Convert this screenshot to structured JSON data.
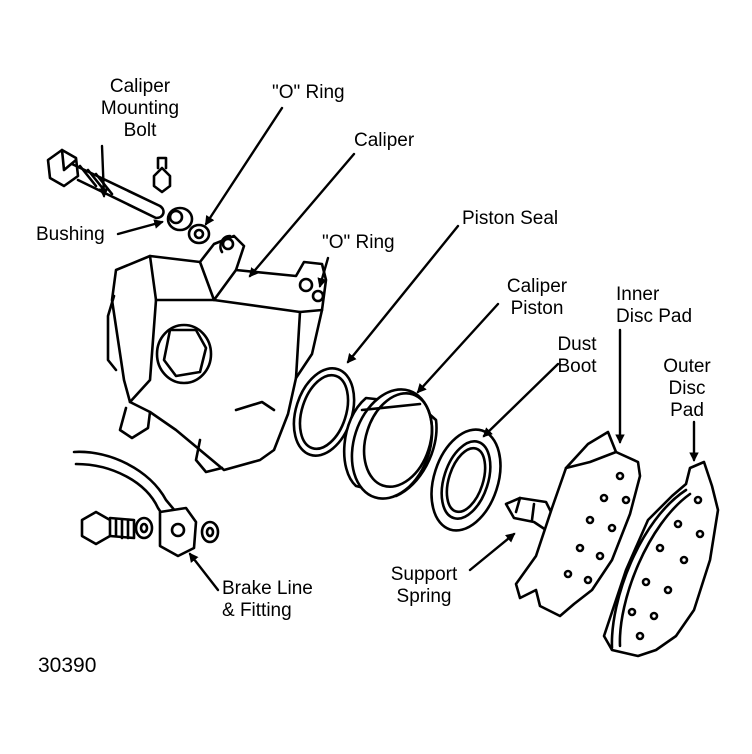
{
  "labels": {
    "caliper_mounting_bolt": [
      "Caliper",
      "Mounting",
      "Bolt"
    ],
    "o_ring_top": "\"O\" Ring",
    "caliper": "Caliper",
    "bushing": "Bushing",
    "o_ring_small": "\"O\" Ring",
    "piston_seal": "Piston Seal",
    "caliper_piston": [
      "Caliper",
      "Piston"
    ],
    "inner_disc_pad": [
      "Inner",
      "Disc Pad"
    ],
    "dust_boot": [
      "Dust",
      "Boot"
    ],
    "outer_disc_pad": [
      "Outer",
      "Disc",
      "Pad"
    ],
    "support_spring": [
      "Support",
      "Spring"
    ],
    "brake_line_fitting": [
      "Brake Line",
      "& Fitting"
    ]
  },
  "figure_number": "30390",
  "colors": {
    "ink": "#000000",
    "paper": "#ffffff"
  }
}
